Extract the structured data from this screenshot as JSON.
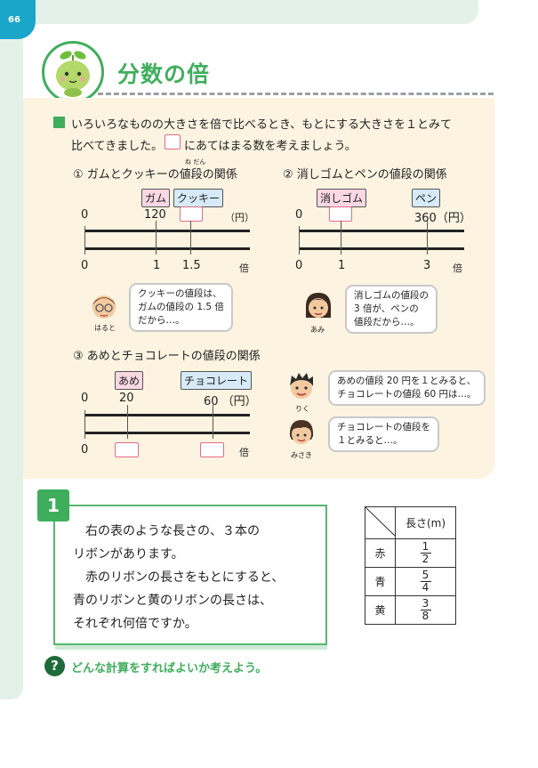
{
  "page_number": "66",
  "title": "分数の倍",
  "intro": {
    "line1": "いろいろなものの大きさを倍で比べるとき、もとにする大きさを１とみて",
    "line2a": "比べてきました。",
    "line2b": "にあてはまる数を考えましょう。"
  },
  "problem1": {
    "heading": "①  ガムとクッキーの値段の関係",
    "furigana": "ね だん",
    "tags": [
      "ガム",
      "クッキー"
    ],
    "top_labels": [
      "0",
      "120",
      "（円）"
    ],
    "bottom_labels": [
      "0",
      "1",
      "1.5",
      "倍"
    ],
    "speaker": "はると",
    "bubble": [
      "クッキーの値段は、",
      "ガムの値段の 1.5 倍",
      "だから…。"
    ]
  },
  "problem2": {
    "heading": "②  消しゴムとペンの値段の関係",
    "tags": [
      "消しゴム",
      "ペン"
    ],
    "top_labels": [
      "0",
      "360（円）"
    ],
    "bottom_labels": [
      "0",
      "1",
      "3",
      "倍"
    ],
    "speaker": "あみ",
    "bubble": [
      "消しゴムの値段の",
      "3 倍が、ペンの",
      "値段だから…。"
    ]
  },
  "problem3": {
    "heading": "③  あめとチョコレートの値段の関係",
    "tags": [
      "あめ",
      "チョコレート"
    ],
    "top_labels": [
      "0",
      "20",
      "60 （円）"
    ],
    "bottom_labels": [
      "0",
      "倍"
    ],
    "speakers": [
      "りく",
      "みさき"
    ],
    "bubble1": [
      "あめの値段 20 円を１とみると、",
      "チョコレートの値段 60 円は…。"
    ],
    "bubble2": [
      "チョコレートの値段を",
      "１とみると…。"
    ]
  },
  "question": {
    "number": "1",
    "lines": [
      "右の表のような長さの、３本の",
      "リボンがあります。",
      "赤のリボンの長さをもとにすると、",
      "青のリボンと黄のリボンの長さは、",
      "それぞれ何倍ですか。"
    ]
  },
  "table": {
    "header": "長さ(m)",
    "rows": [
      {
        "color": "赤",
        "num": "1",
        "den": "2"
      },
      {
        "color": "青",
        "num": "5",
        "den": "4"
      },
      {
        "color": "黄",
        "num": "3",
        "den": "8"
      }
    ]
  },
  "hint": {
    "icon": "?",
    "text": "どんな計算をすればよいか考えよう。"
  },
  "colors": {
    "accent_green": "#3fae5c",
    "page_tab_blue": "#1aa6c8",
    "panel_cream": "#fcf3e1",
    "box_pink": "#e46b8a"
  }
}
